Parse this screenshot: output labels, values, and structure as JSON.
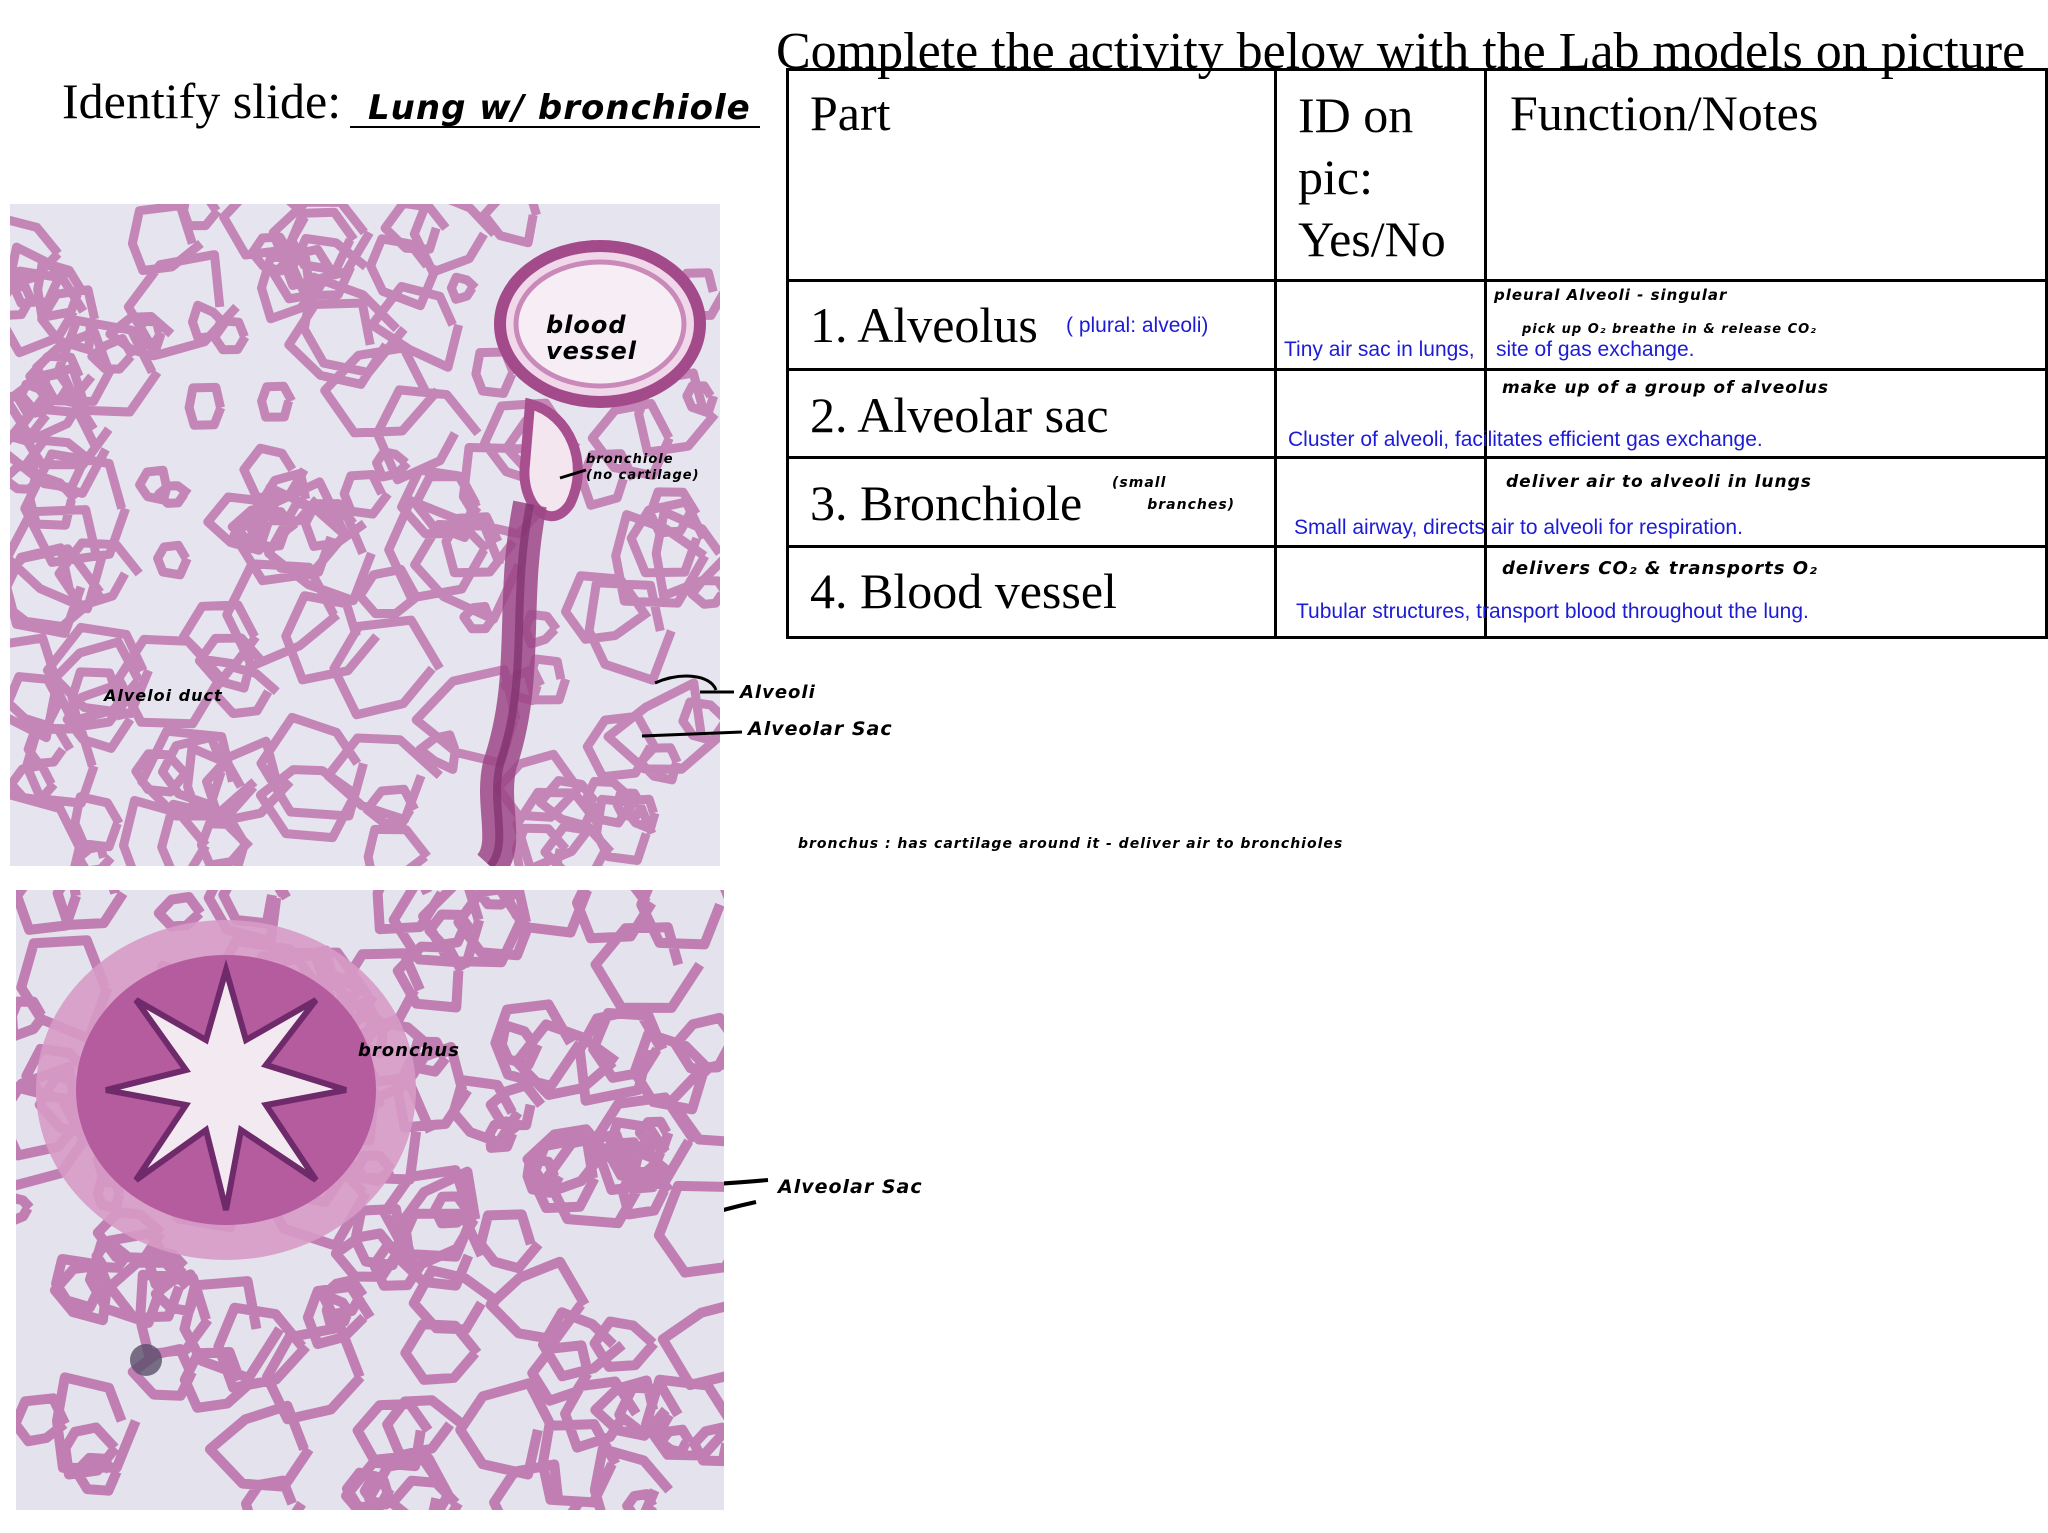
{
  "title": "Complete the activity below with the Lab models on picture",
  "identify": {
    "label": "Identify slide:",
    "answer": "Lung w/ bronchiole"
  },
  "table": {
    "headers": {
      "part": "Part",
      "id": [
        "ID on",
        "pic:",
        "Yes/No"
      ],
      "notes": "Function/Notes"
    },
    "rows": [
      {
        "part": "1.  Alveolus",
        "part_note": "( plural: alveoli)",
        "id_note": "Tiny air sac in lungs,",
        "notes_hand": [
          "pleural  Alveoli  - singular",
          "pick  up  O₂  breathe  in   & release  CO₂"
        ],
        "notes_typed": "site of gas exchange."
      },
      {
        "part": "2. Alveolar sac",
        "part_note": "",
        "id_note": "",
        "notes_hand": [
          "make  up  of  a group  of  alveolus"
        ],
        "notes_typed": "Cluster of alveoli, facilitates efficient gas exchange."
      },
      {
        "part": "3. Bronchiole",
        "part_note": "(small\n      branches)",
        "id_note": "",
        "notes_hand": [
          "deliver  air  to  alveoli  in lungs"
        ],
        "notes_typed": "Small airway, directs air to alveoli for respiration."
      },
      {
        "part": "4. Blood vessel",
        "part_note": "",
        "id_note": "",
        "notes_hand": [
          "delivers  CO₂  &  transports  O₂"
        ],
        "notes_typed": "Tubular structures, transport blood throughout the lung."
      }
    ]
  },
  "slide1": {
    "labels": {
      "blood_vessel": "blood\nvessel",
      "bronchiole": "bronchiole\n(no cartilage)",
      "alveolar_duct": "Alveloi  duct",
      "alveoli": "Alveoli",
      "alveolar_sac": "Alveolar  Sac"
    }
  },
  "bronchus_note": "bronchus :  has  cartilage  around  it  -  deliver  air  to  bronchioles",
  "slide2": {
    "labels": {
      "bronchus": "bronchus",
      "alveolar_sac": "Alveolar  Sac"
    }
  },
  "colors": {
    "tissue": "#b8609c",
    "tissue_light": "#d9a6cf",
    "slide_bg": "#e6e6f0",
    "typed_text": "#1c1cd6"
  }
}
